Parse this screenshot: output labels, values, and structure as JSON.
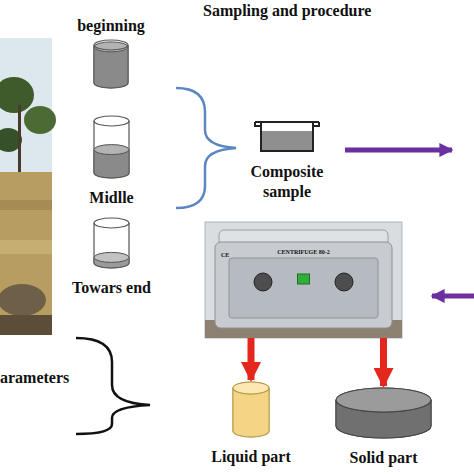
{
  "diagram": {
    "title": "Sampling and procedure",
    "nodes": [
      {
        "text": [
          "beginning"
        ]
      },
      {
        "text": [
          "Midlle"
        ]
      },
      {
        "text": [
          "Towars end"
        ]
      },
      {
        "text": [
          "Composite sample"
        ]
      },
      {
        "text": [
          "CENTRIFUGE 80-2"
        ]
      },
      {
        "text": [
          "Liquid part"
        ]
      },
      {
        "text": [
          "Solid part"
        ]
      }
    ],
    "edges": [
      {
        "from": 4,
        "to": 5,
        "arrow": "to"
      },
      {
        "from": 4,
        "to": 6,
        "arrow": "to"
      }
    ],
    "labels": [
      "CE",
      "arameters"
    ]
  }
}
